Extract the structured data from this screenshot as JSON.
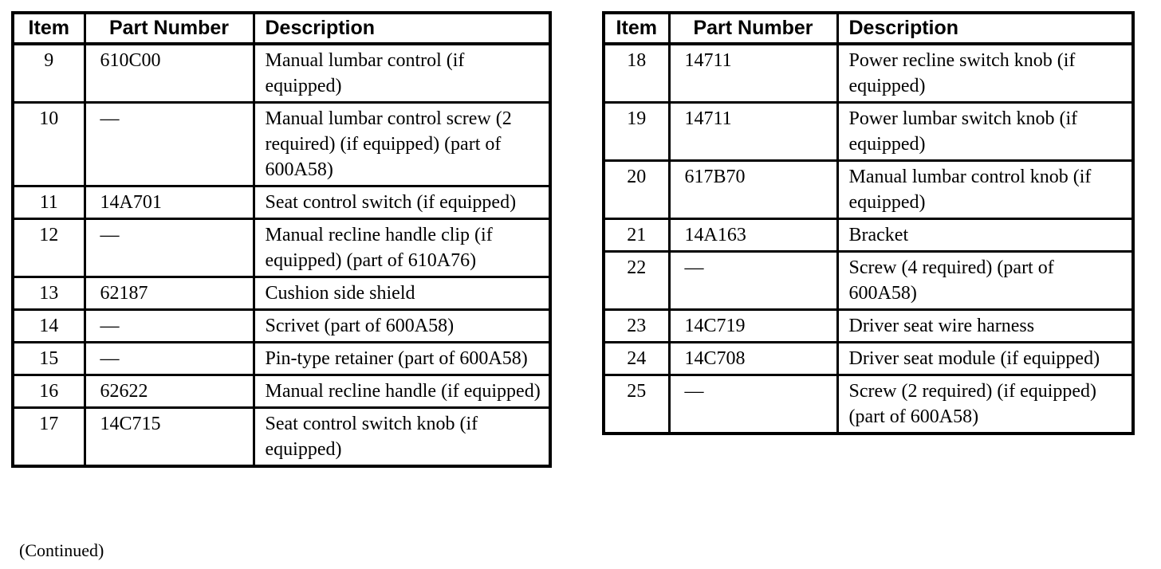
{
  "page": {
    "background_color": "#ffffff",
    "text_color": "#000000",
    "continued_note": "(Continued)"
  },
  "tables": [
    {
      "id": "parts-table-left",
      "columns": [
        "Item",
        "Part Number",
        "Description"
      ],
      "rows": [
        {
          "item": "9",
          "part_number": "610C00",
          "description": "Manual lumbar control (if equipped)"
        },
        {
          "item": "10",
          "part_number": "—",
          "description": "Manual lumbar control screw (2 required) (if equipped) (part of 600A58)"
        },
        {
          "item": "11",
          "part_number": "14A701",
          "description": "Seat control switch (if equipped)"
        },
        {
          "item": "12",
          "part_number": "—",
          "description": "Manual recline handle clip (if equipped) (part of 610A76)"
        },
        {
          "item": "13",
          "part_number": "62187",
          "description": "Cushion side shield"
        },
        {
          "item": "14",
          "part_number": "—",
          "description": "Scrivet (part of 600A58)"
        },
        {
          "item": "15",
          "part_number": "—",
          "description": "Pin-type retainer (part of 600A58)"
        },
        {
          "item": "16",
          "part_number": "62622",
          "description": "Manual recline handle (if equipped)"
        },
        {
          "item": "17",
          "part_number": "14C715",
          "description": "Seat control switch knob (if equipped)"
        }
      ]
    },
    {
      "id": "parts-table-right",
      "columns": [
        "Item",
        "Part Number",
        "Description"
      ],
      "rows": [
        {
          "item": "18",
          "part_number": "14711",
          "description": "Power recline switch knob (if equipped)"
        },
        {
          "item": "19",
          "part_number": "14711",
          "description": "Power lumbar switch knob (if equipped)"
        },
        {
          "item": "20",
          "part_number": "617B70",
          "description": "Manual lumbar control knob (if equipped)"
        },
        {
          "item": "21",
          "part_number": "14A163",
          "description": "Bracket"
        },
        {
          "item": "22",
          "part_number": "—",
          "description": "Screw (4 required) (part of 600A58)"
        },
        {
          "item": "23",
          "part_number": "14C719",
          "description": "Driver seat wire harness"
        },
        {
          "item": "24",
          "part_number": "14C708",
          "description": "Driver seat module (if equipped)"
        },
        {
          "item": "25",
          "part_number": "—",
          "description": "Screw (2 required) (if equipped) (part of 600A58)"
        }
      ]
    }
  ]
}
